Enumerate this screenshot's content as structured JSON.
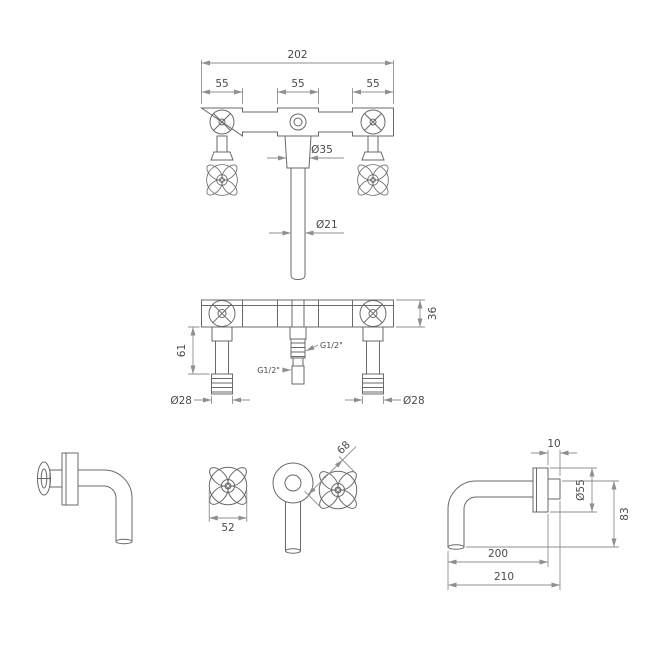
{
  "colors": {
    "line": "#696969",
    "dim": "#8f8f8f",
    "text": "#4a4a4a",
    "background": "#ffffff"
  },
  "drawing": {
    "front_view": {
      "dim_overall_width": "202",
      "dim_spacing_left": "55",
      "dim_spacing_center": "55",
      "dim_spacing_right": "55",
      "dim_escutcheon_dia": "Ø35",
      "dim_spout_dia": "Ø21"
    },
    "plan_view": {
      "dim_body_depth": "36",
      "dim_valve_length": "61",
      "thread_spout": "G1/2\"",
      "thread_inlet": "G1/2\"",
      "dim_tail_dia_left": "Ø28",
      "dim_tail_dia_right": "Ø28"
    },
    "detail_views": {
      "dim_handle_width": "52",
      "dim_handle_diagonal": "68",
      "dim_wall_offset": "10",
      "dim_flange_dia": "Ø55",
      "dim_drop": "83",
      "dim_reach": "200",
      "dim_overall_reach": "210"
    }
  }
}
